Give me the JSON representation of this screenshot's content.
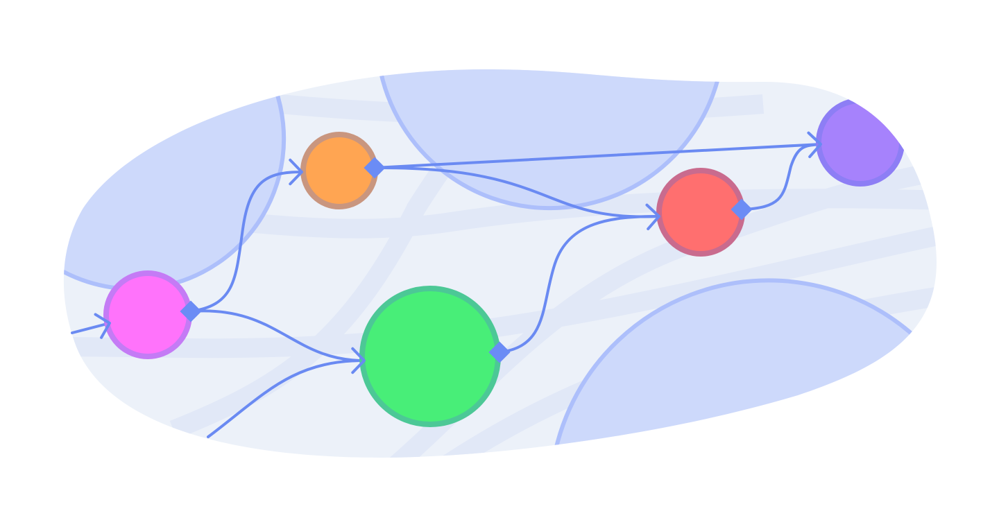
{
  "colors": {
    "background": "#ffffff",
    "blob": "#ecf1f9",
    "band": "#e1e8f7",
    "region_fill": "#cdd9fb",
    "region_stroke": "#adbffb",
    "edge": "#6a8af2",
    "port": "#6b8cf5"
  },
  "nodes": [
    {
      "id": "magenta",
      "fill": "#ff73fb",
      "stroke": "#c47bf5"
    },
    {
      "id": "orange",
      "fill": "#ffa552",
      "stroke": "#c9967f"
    },
    {
      "id": "green",
      "fill": "#48ee78",
      "stroke": "#4cc896"
    },
    {
      "id": "red",
      "fill": "#ff6f6f",
      "stroke": "#c96b8e"
    },
    {
      "id": "purple",
      "fill": "#a682fc",
      "stroke": "#8d7ef5"
    }
  ],
  "edges": [
    {
      "from": "external",
      "to": "magenta"
    },
    {
      "from": "magenta",
      "to": "orange"
    },
    {
      "from": "magenta",
      "to": "green"
    },
    {
      "from": "external",
      "to": "green"
    },
    {
      "from": "orange",
      "to": "purple"
    },
    {
      "from": "orange",
      "to": "red"
    },
    {
      "from": "green",
      "to": "red"
    },
    {
      "from": "red",
      "to": "purple"
    }
  ]
}
